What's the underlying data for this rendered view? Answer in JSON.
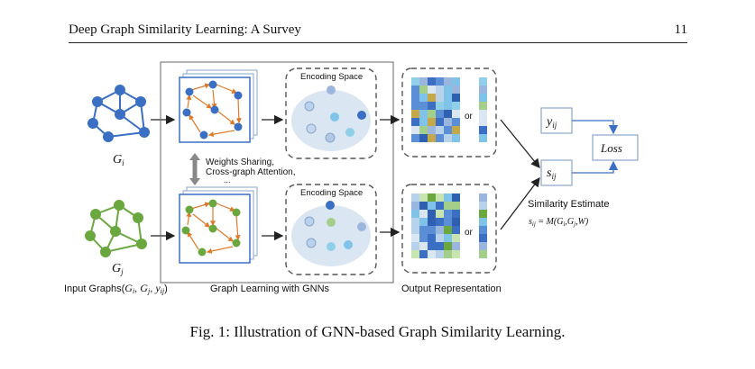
{
  "header": {
    "title": "Deep Graph Similarity Learning: A Survey",
    "page_number": "11"
  },
  "figure": {
    "graph_i_label": "G",
    "graph_i_sub": "i",
    "graph_j_label": "G",
    "graph_j_sub": "j",
    "input_label": "Input Graphs(",
    "input_label_vars": "G",
    "shared_label_1": "Weights Sharing,",
    "shared_label_2": "Cross-graph Attention,",
    "shared_label_3": "...",
    "encoding_space_top": "Encoding Space",
    "encoding_space_bottom": "Encoding Space",
    "gnn_label": "Graph Learning with GNNs",
    "or_top": "or",
    "or_bottom": "or",
    "output_label": "Output Representation",
    "yij_label": "y",
    "yij_sub": "ij",
    "sij_label": "s",
    "sij_sub": "ij",
    "loss_label": "Loss",
    "similarity_label": "Similarity Estimate",
    "formula": "s",
    "colors": {
      "graph_i": "#3a6fc4",
      "graph_j": "#6aa83f",
      "arrow_orange": "#e07a2a",
      "encoding_blob": "#dbe6f3",
      "box_border": "#8aa6c8"
    }
  },
  "caption": "Fig. 1: Illustration of GNN-based Graph Similarity Learning."
}
